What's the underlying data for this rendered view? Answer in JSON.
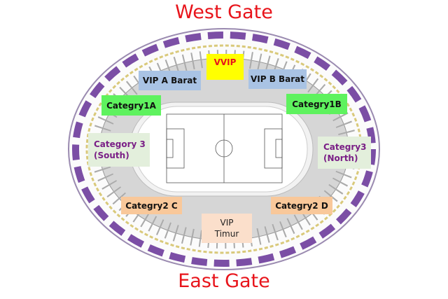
{
  "gates": {
    "west": "West Gate",
    "east": "East Gate"
  },
  "sections": {
    "vvip": "VVIP",
    "vip_a_barat": "VIP A Barat",
    "vip_b_barat": "VIP B Barat",
    "category1a": "Categry1A",
    "category1b": "Categry1B",
    "category3_south_1": "Category 3",
    "category3_south_2": "(South)",
    "category3_north_1": "Categry3",
    "category3_north_2": "(North)",
    "category2c": "Categry2 C",
    "category2d": "Categry2 D",
    "vip_timur_1": "VIP",
    "vip_timur_2": "Timur"
  },
  "colors": {
    "gate": "#e8141b",
    "vvip": "#ffff00",
    "vip_barat": "#a9c3e4",
    "category1": "#5ef25e",
    "category3": "#e3efdc",
    "category3_text": "#7a1f86",
    "category2": "#f9c89a",
    "vip_timur": "#fbdfcb",
    "seats": "#8e44ad"
  }
}
